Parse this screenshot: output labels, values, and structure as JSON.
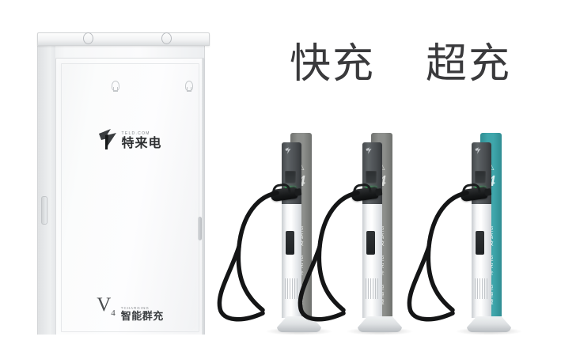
{
  "page": {
    "background_color": "#ffffff",
    "subject": "电动汽车充电设备产品图"
  },
  "headings": [
    {
      "id": "fast",
      "label": "快充",
      "color": "#3a3a3c"
    },
    {
      "id": "super",
      "label": "超充",
      "color": "#3a3a3c"
    }
  ],
  "cabinet": {
    "name": "智能群充充电柜",
    "brand_latin": "TELD.COM",
    "brand_cn": "特来电",
    "model_v": "V",
    "model_num": "4",
    "model_latin": "TCHARGING",
    "model_cn": "智能群充",
    "body_color": "#f7f8f9",
    "plinth_color": "#5b5e62",
    "lifting_rings": 2,
    "door_latches": 2
  },
  "posts": [
    {
      "id": "post-1",
      "type": "快充桩",
      "panel_color": "#8d8f8c",
      "panel_color_2": "#6f716e",
      "front_color": "#f7f8f9",
      "logo": "特来电标志",
      "mark_num": "4",
      "vertical_text": "更高效 更安全 更便捷",
      "led_color": "#3ca55c",
      "connector": "直流充电枪"
    },
    {
      "id": "post-2",
      "type": "快充桩",
      "panel_color": "#8d8f8c",
      "panel_color_2": "#6f716e",
      "front_color": "#f7f8f9",
      "logo": "特来电标志",
      "mark_num": "4",
      "vertical_text": "更高效 更安全 更便捷",
      "led_color": "#3ca55c",
      "connector": "直流充电枪"
    },
    {
      "id": "post-3",
      "type": "超充桩",
      "panel_color": "#3fa6ab",
      "panel_color_2": "#2f8d92",
      "front_color": "#ffffff",
      "logo": "特来电标志",
      "mark_num": "4",
      "vertical_text": "更高效 更安全 更便捷",
      "led_color": "#3ca55c",
      "connector": "液冷超充枪"
    }
  ]
}
